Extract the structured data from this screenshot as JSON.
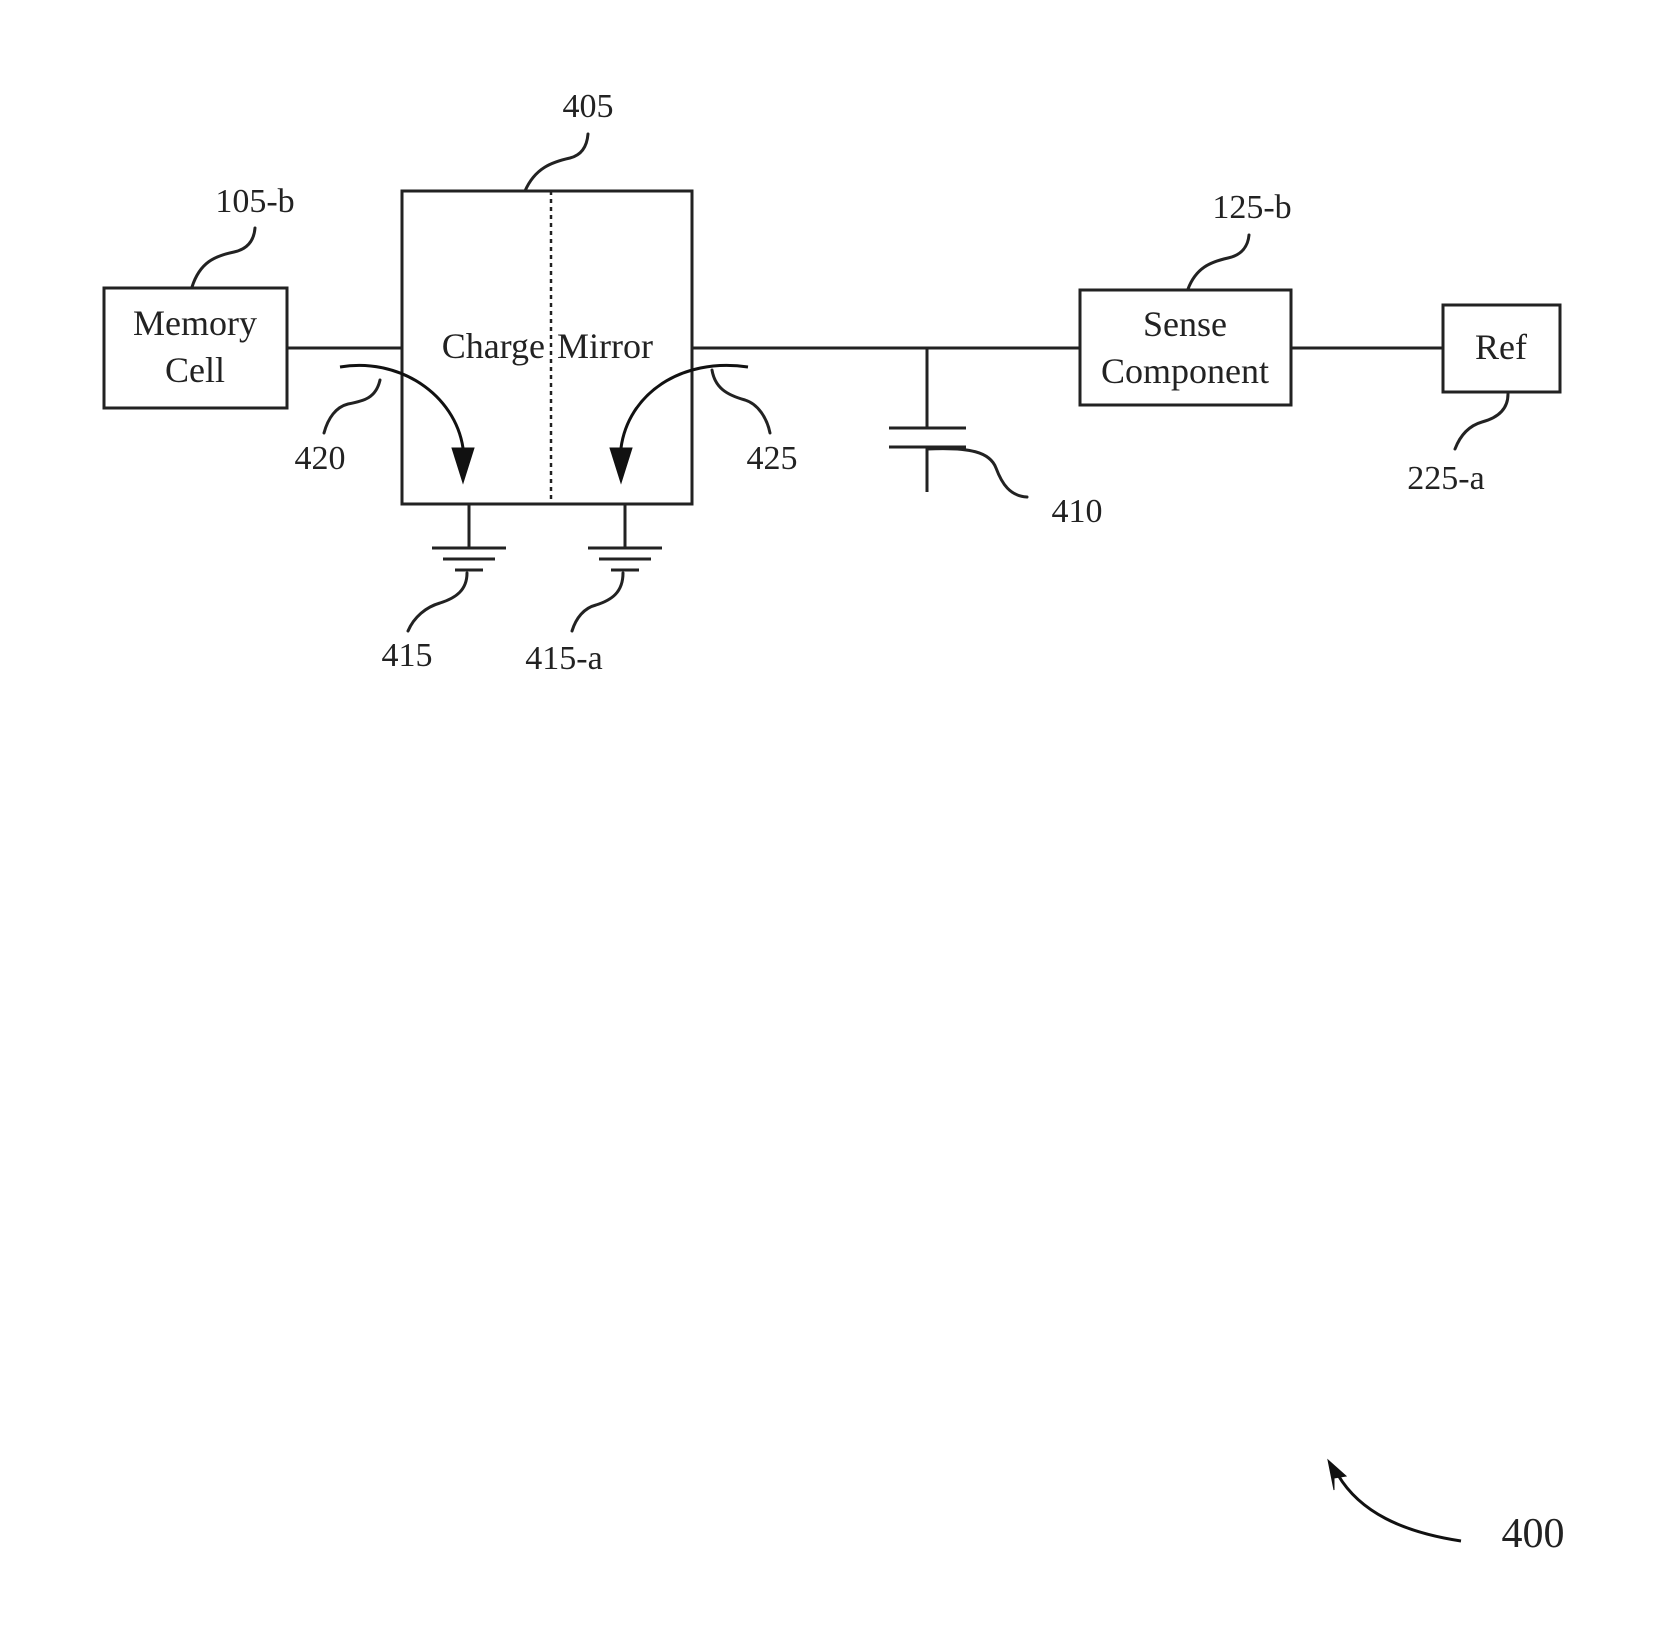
{
  "blocks": {
    "memory_cell": {
      "line1": "Memory",
      "line2": "Cell",
      "ref": "105-b"
    },
    "charge_mirror": {
      "left": "Charge",
      "right": "Mirror",
      "ref": "405"
    },
    "sense_component": {
      "line1": "Sense",
      "line2": "Component",
      "ref": "125-b"
    },
    "ref_block": {
      "label": "Ref",
      "ref": "225-a"
    }
  },
  "components": {
    "capacitor_ref": "410",
    "ground_left_ref": "415",
    "ground_right_ref": "415-a"
  },
  "charge_paths": {
    "left_ref": "420",
    "right_ref": "425"
  },
  "figure_ref": "400"
}
